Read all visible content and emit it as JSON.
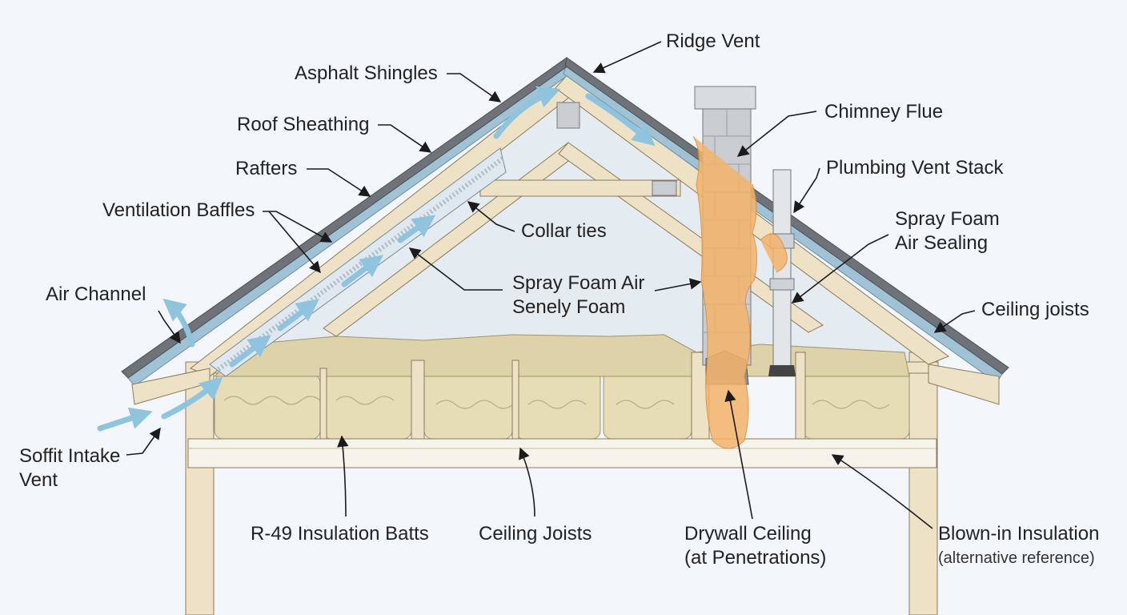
{
  "labels": {
    "ridge_vent": "Ridge Vent",
    "asphalt_shingles": "Asphalt Shingles",
    "roof_sheathing": "Roof Sheathing",
    "rafters": "Rafters",
    "ventilation_baffles": "Ventilation Baffles",
    "air_channel": "Air Channel",
    "soffit_intake_vent": [
      "Soffit Intake",
      "Vent"
    ],
    "collar_ties": "Collar ties",
    "spray_foam_air_center": [
      "Spray Foam Air",
      "Senely Foam"
    ],
    "chimney_flue": "Chimney Flue",
    "plumbing_vent_stack": "Plumbing Vent Stack",
    "spray_foam_air_sealing": [
      "Spray Foam",
      "Air Sealing"
    ],
    "ceiling_joists_right": "Ceiling joists",
    "r49_insulation_batts": "R-49 Insulation Batts",
    "ceiling_joists_bottom": "Ceiling Joists",
    "drywall_ceiling": [
      "Drywall Ceiling",
      "(at Penetrations)"
    ],
    "blown_in_insulation": [
      "Blown-in Insulation",
      "(alternative reference)"
    ]
  },
  "colors": {
    "background": "#f3f7fb",
    "wood": "#ede2c6",
    "wood_stroke": "#8a7a58",
    "insulation": "#e6dcb6",
    "spray_foam": "#f3b46a",
    "chimney": "#c9cdd1",
    "airflow": "#8fc4de",
    "shingles": "#6d7378",
    "sheathing": "#9fc2d4"
  }
}
